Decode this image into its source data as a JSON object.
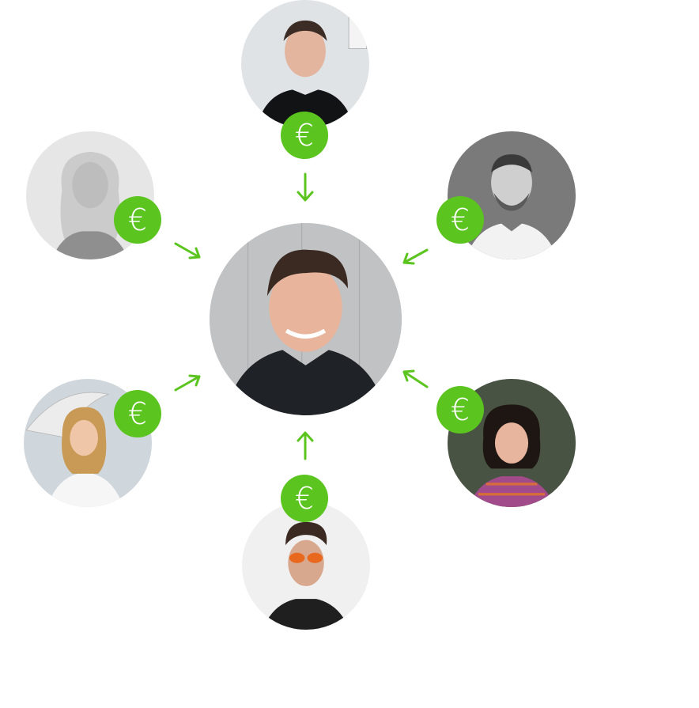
{
  "currency_symbol": "€",
  "colors": {
    "accent": "#5bc41f",
    "arrow": "#5bc41f",
    "background": "#ffffff"
  },
  "center": {
    "subject": "central-recipient-avatar"
  },
  "contributors": [
    {
      "id": "top",
      "badge": "€"
    },
    {
      "id": "upper-left",
      "badge": "€"
    },
    {
      "id": "upper-right",
      "badge": "€"
    },
    {
      "id": "lower-left",
      "badge": "€"
    },
    {
      "id": "lower-right",
      "badge": "€"
    },
    {
      "id": "bottom",
      "badge": "€"
    }
  ]
}
